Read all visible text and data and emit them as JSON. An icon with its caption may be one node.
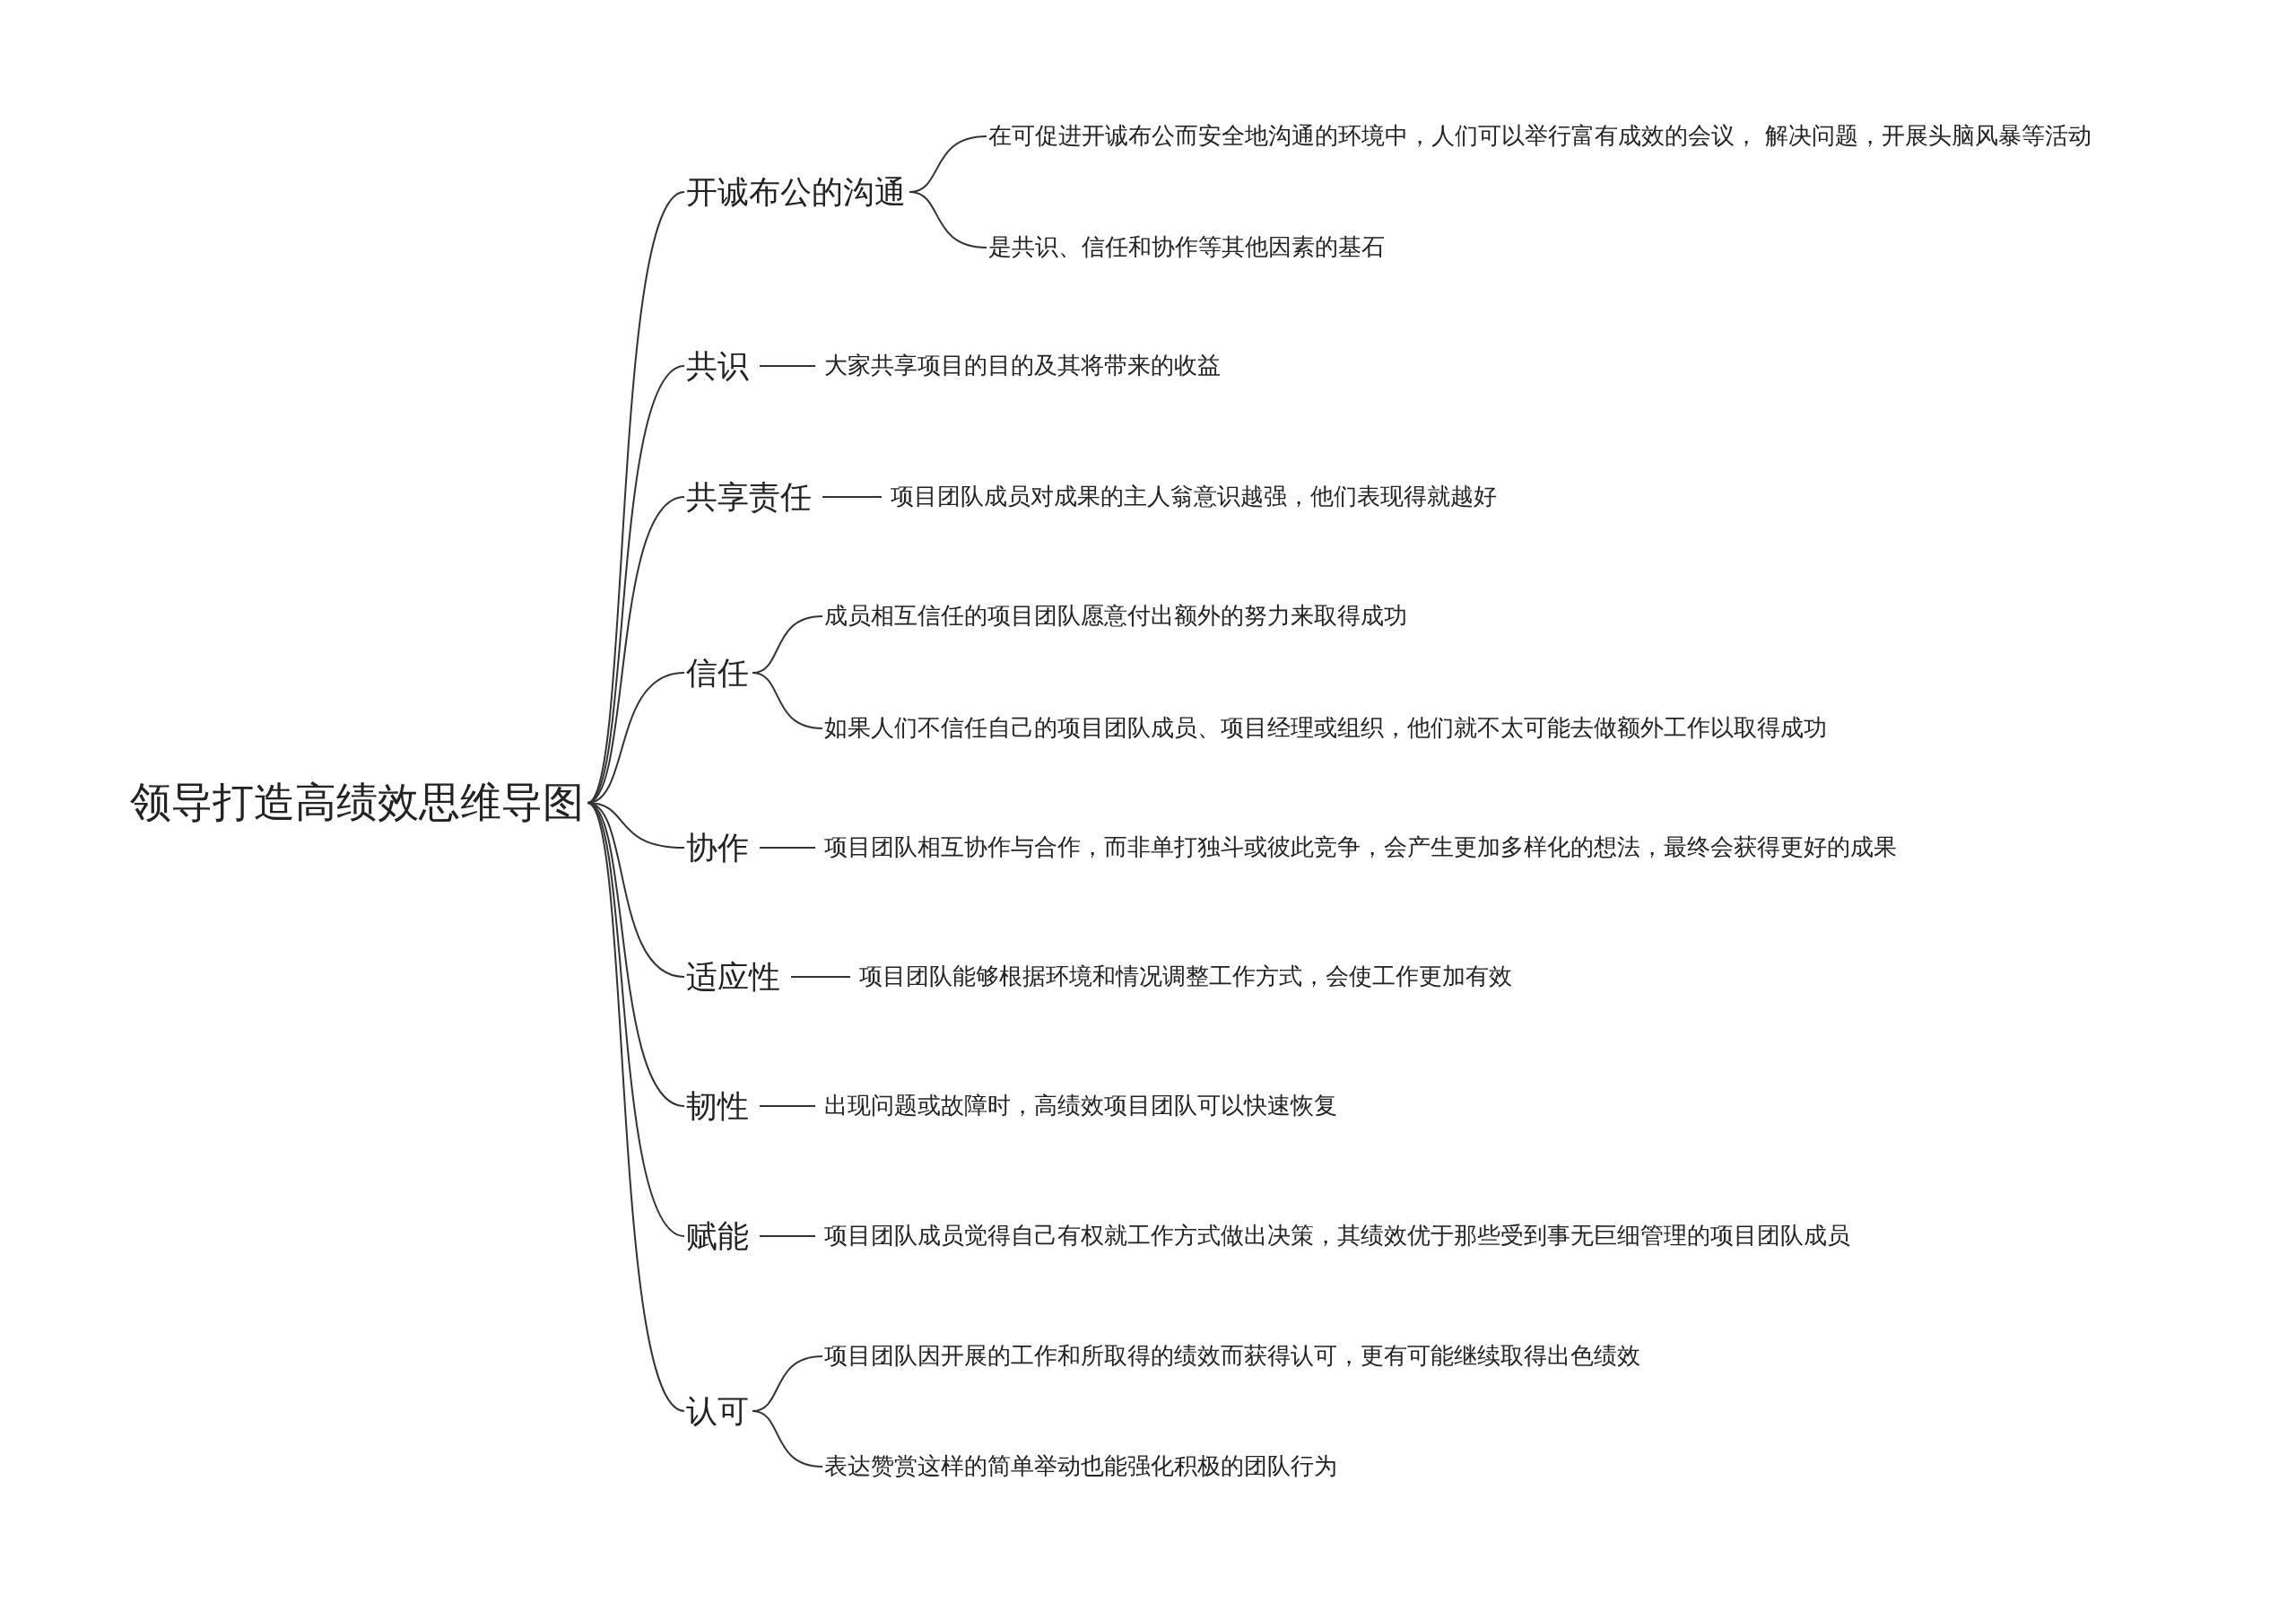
{
  "diagram": {
    "nodes": [
      {
        "text": [
          "领导打造高绩效思维导图"
        ]
      },
      {
        "text": [
          "开诚布公的沟通"
        ]
      },
      {
        "text": [
          "在可促进开诚布公而安全地沟通的环境中，人们可以举行富有成效的会议， 解决问题，开展头脑风暴等活动"
        ]
      },
      {
        "text": [
          "是共识、信任和协作等其他因素的基石"
        ]
      },
      {
        "text": [
          "共识"
        ]
      },
      {
        "text": [
          "大家共享项目的目的及其将带来的收益"
        ]
      },
      {
        "text": [
          "共享责任"
        ]
      },
      {
        "text": [
          "项目团队成员对成果的主人翁意识越强，他们表现得就越好"
        ]
      },
      {
        "text": [
          "信任"
        ]
      },
      {
        "text": [
          "成员相互信任的项目团队愿意付出额外的努力来取得成功"
        ]
      },
      {
        "text": [
          "如果人们不信任自己的项目团队成员、项目经理或组织，他们就不太可能去做额外工作以取得成功"
        ]
      },
      {
        "text": [
          "协作"
        ]
      },
      {
        "text": [
          "项目团队相互协作与合作，而非单打独斗或彼此竞争，会产生更加多样化的想法，最终会获得更好的成果"
        ]
      },
      {
        "text": [
          "适应性"
        ]
      },
      {
        "text": [
          "项目团队能够根据环境和情况调整工作方式，会使工作更加有效"
        ]
      },
      {
        "text": [
          "韧性"
        ]
      },
      {
        "text": [
          "出现问题或故障时，高绩效项目团队可以快速恢复"
        ]
      },
      {
        "text": [
          "赋能"
        ]
      },
      {
        "text": [
          "项目团队成员觉得自己有权就工作方式做出决策，其绩效优于那些受到事无巨细管理的项目团队成员"
        ]
      },
      {
        "text": [
          "认可"
        ]
      },
      {
        "text": [
          "项目团队因开展的工作和所取得的绩效而获得认可，更有可能继续取得出色绩效"
        ]
      },
      {
        "text": [
          "表达赞赏这样的简单举动也能强化积极的团队行为"
        ]
      }
    ],
    "edges": [
      {
        "from": 0,
        "to": 1,
        "arrow": "none"
      },
      {
        "from": 1,
        "to": 2,
        "arrow": "none"
      },
      {
        "from": 1,
        "to": 3,
        "arrow": "none"
      },
      {
        "from": 0,
        "to": 4,
        "arrow": "none"
      },
      {
        "from": 4,
        "to": 5,
        "arrow": "none"
      },
      {
        "from": 0,
        "to": 6,
        "arrow": "none"
      },
      {
        "from": 6,
        "to": 7,
        "arrow": "none"
      },
      {
        "from": 0,
        "to": 8,
        "arrow": "none"
      },
      {
        "from": 8,
        "to": 9,
        "arrow": "none"
      },
      {
        "from": 8,
        "to": 10,
        "arrow": "none"
      },
      {
        "from": 0,
        "to": 11,
        "arrow": "none"
      },
      {
        "from": 11,
        "to": 12,
        "arrow": "none"
      },
      {
        "from": 0,
        "to": 13,
        "arrow": "none"
      },
      {
        "from": 13,
        "to": 14,
        "arrow": "none"
      },
      {
        "from": 0,
        "to": 15,
        "arrow": "none"
      },
      {
        "from": 15,
        "to": 16,
        "arrow": "none"
      },
      {
        "from": 0,
        "to": 17,
        "arrow": "none"
      },
      {
        "from": 17,
        "to": 18,
        "arrow": "none"
      },
      {
        "from": 0,
        "to": 19,
        "arrow": "none"
      },
      {
        "from": 19,
        "to": 20,
        "arrow": "none"
      },
      {
        "from": 19,
        "to": 21,
        "arrow": "none"
      }
    ]
  }
}
